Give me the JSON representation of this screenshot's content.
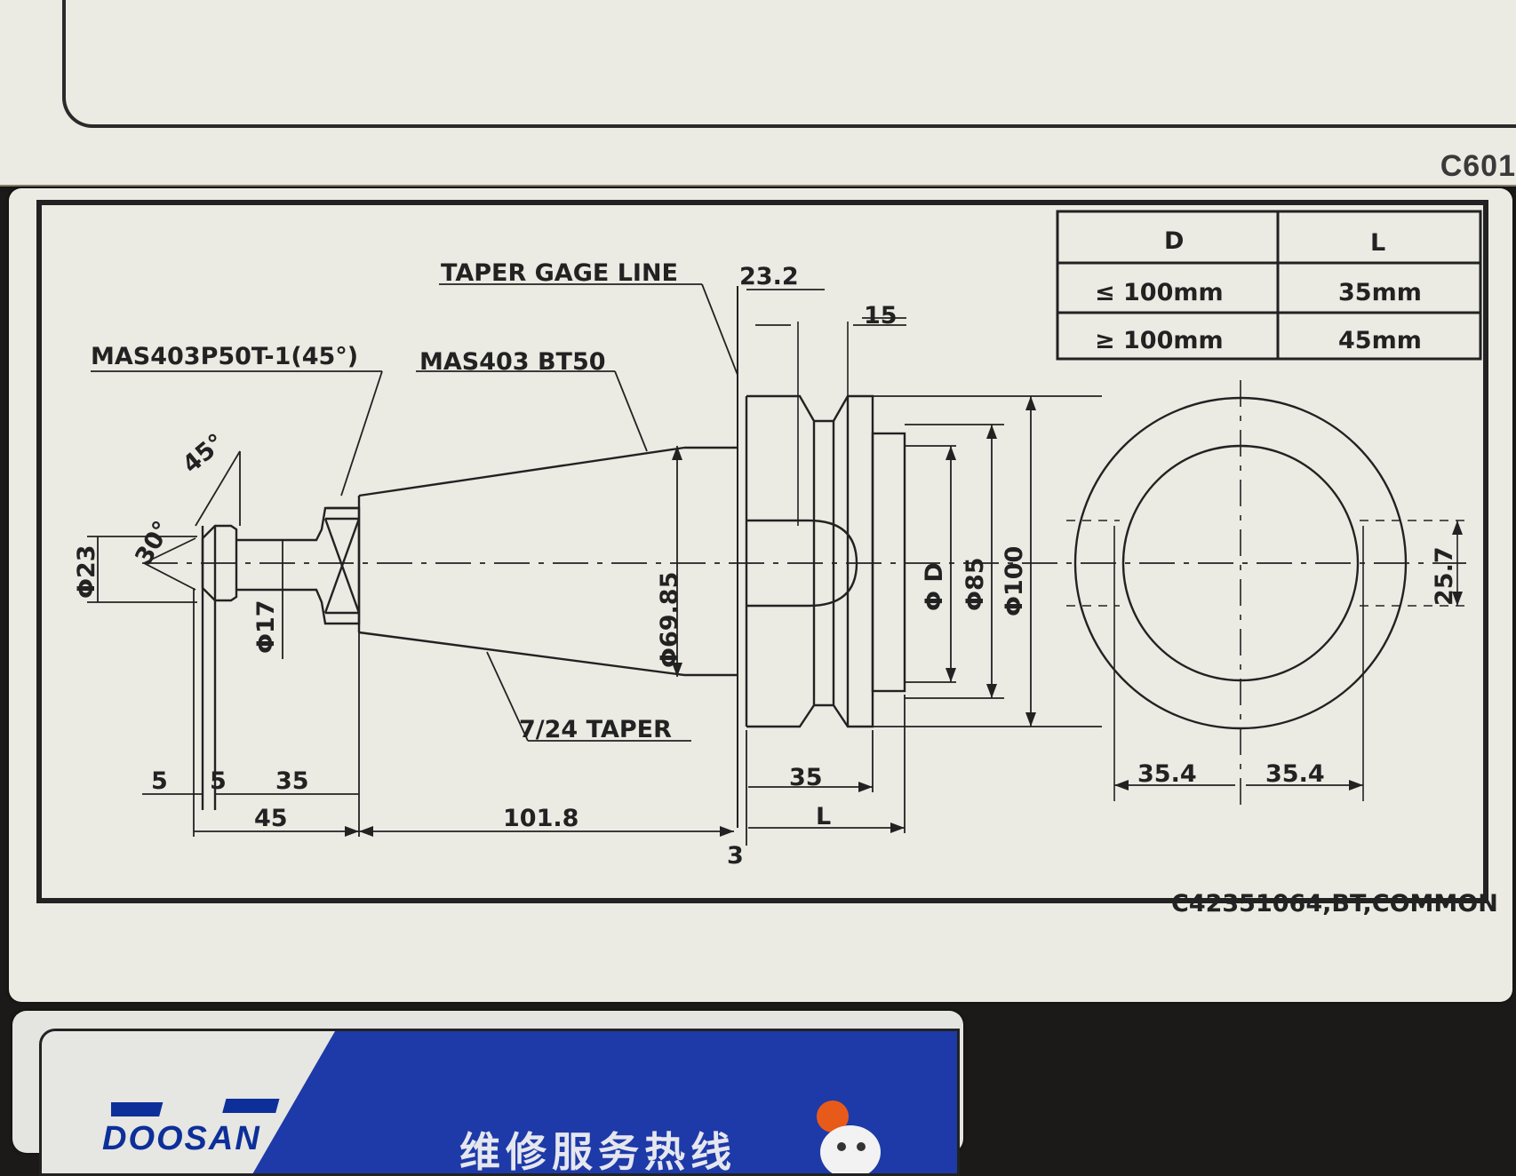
{
  "top_label": {
    "code": "C601"
  },
  "drawing": {
    "labels": {
      "taper_gage_line": "TAPER GAGE LINE",
      "pull_stud": "MAS403P50T-1(45°)",
      "holder_standard": "MAS403 BT50",
      "taper": "7/24 TAPER",
      "drawing_code": "C42351064,BT,COMMON"
    },
    "dimensions": {
      "d23_2": "23.2",
      "d15": "15",
      "d45deg": "45°",
      "d30deg": "30°",
      "phi23": "Φ23",
      "phi17": "Φ17",
      "phi69_85": "Φ69.85",
      "phiD": "Φ D",
      "phi85": "Φ85",
      "phi100": "Φ100",
      "d25_7": "25.7",
      "d5a": "5",
      "d5b": "5",
      "d35a": "35",
      "d45": "45",
      "d101_8": "101.8",
      "d3": "3",
      "d35b": "35",
      "dL": "L",
      "d35_4a": "35.4",
      "d35_4b": "35.4"
    },
    "table": {
      "headers": [
        "D",
        "L"
      ],
      "rows": [
        {
          "D": "≤ 100mm",
          "L": "35mm"
        },
        {
          "D": "≥ 100mm",
          "L": "45mm"
        }
      ]
    }
  },
  "sticker": {
    "logo": "DOOSAN",
    "banner": "维修服务热线"
  }
}
